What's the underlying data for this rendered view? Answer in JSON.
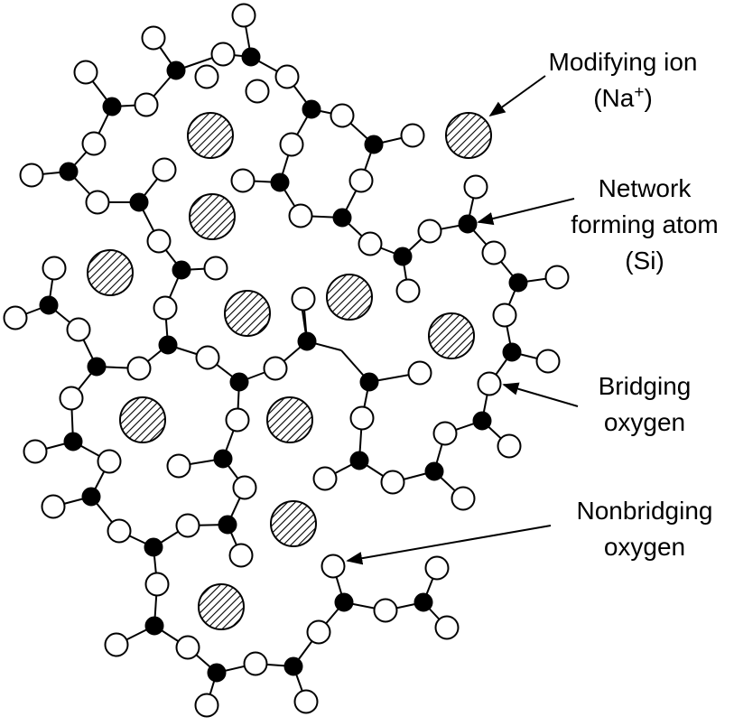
{
  "labels": {
    "modifying_ion_line1": "Modifying ion",
    "modifying_ion_line2_prefix": "(Na",
    "modifying_ion_superscript": "+",
    "modifying_ion_line2_suffix": ")",
    "network_forming_line1": "Network",
    "network_forming_line2": "forming atom",
    "network_forming_line3": "(Si)",
    "bridging_line1": "Bridging",
    "bridging_line2": "oxygen",
    "nonbridging_line1": "Nonbridging",
    "nonbridging_line2": "oxygen"
  },
  "legend": {
    "modifying_ion_fill": "hatched",
    "network_atom_color": "#000000",
    "oxygen_color": "#ffffff"
  }
}
